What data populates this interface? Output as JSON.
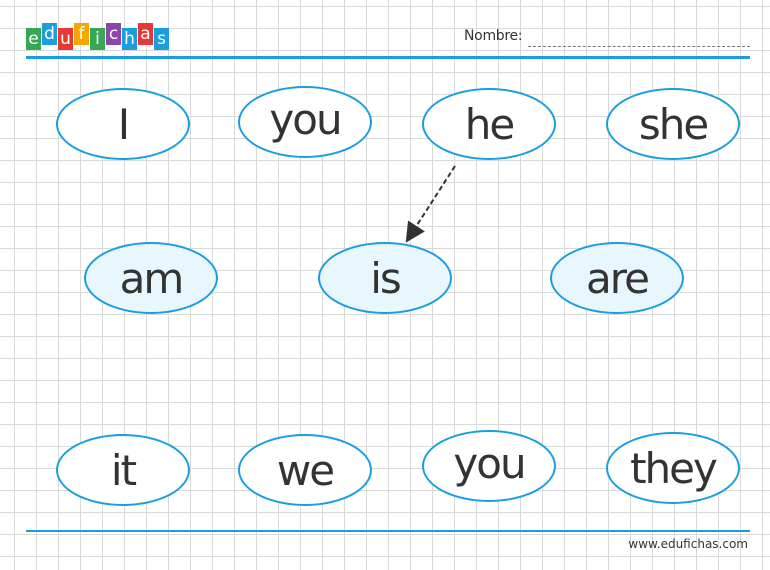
{
  "logo": {
    "letters": [
      "e",
      "d",
      "u",
      "f",
      "i",
      "c",
      "h",
      "a",
      "s"
    ],
    "colors": [
      "#34a853",
      "#1a9ee0",
      "#e53935",
      "#f7a600",
      "#34a853",
      "#8e44ad",
      "#1a9ee0",
      "#e53935",
      "#1a9ee0"
    ]
  },
  "header": {
    "name_label": "Nombre:"
  },
  "row1": [
    "I",
    "you",
    "he",
    "she"
  ],
  "row2": [
    "am",
    "is",
    "are"
  ],
  "row3": [
    "it",
    "we",
    "you",
    "they"
  ],
  "footer": {
    "site": "www.edufichas.com"
  },
  "colors": {
    "accent": "#1a9ee0",
    "oval_fill": "#e8f7fd"
  }
}
